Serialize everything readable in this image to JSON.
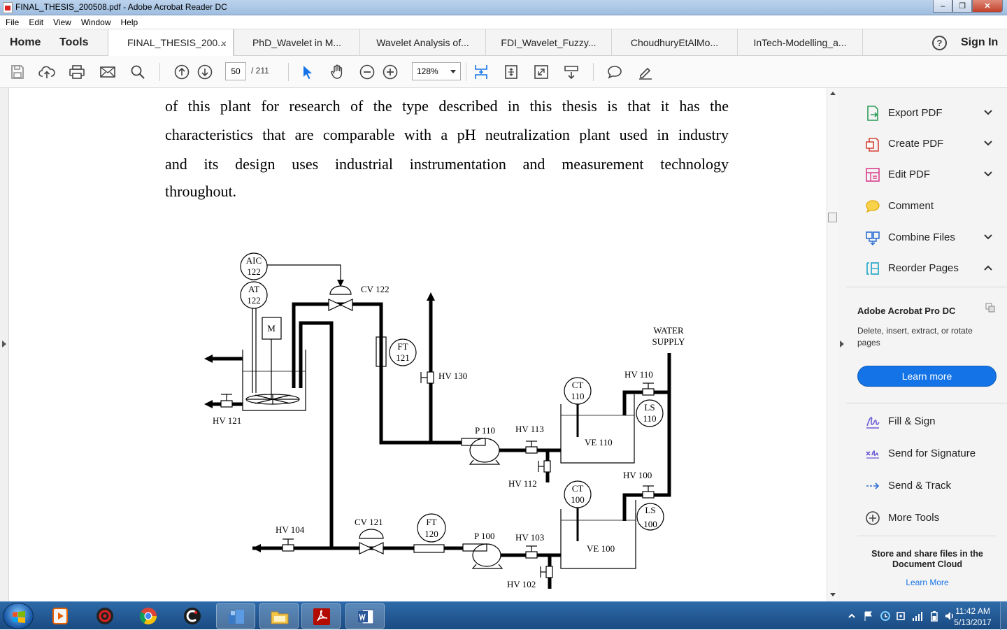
{
  "window": {
    "title": "FINAL_THESIS_200508.pdf - Adobe Acrobat Reader DC"
  },
  "menu": [
    "File",
    "Edit",
    "View",
    "Window",
    "Help"
  ],
  "nav": {
    "home": "Home",
    "tools": "Tools",
    "help": "?",
    "sign_in": "Sign In"
  },
  "tabs": [
    {
      "label": "FINAL_THESIS_200...",
      "close": "×"
    },
    {
      "label": "PhD_Wavelet in M..."
    },
    {
      "label": "Wavelet Analysis of..."
    },
    {
      "label": "FDI_Wavelet_Fuzzy..."
    },
    {
      "label": "ChoudhuryEtAlMo..."
    },
    {
      "label": "InTech-Modelling_a..."
    }
  ],
  "toolbar": {
    "page_current": "50",
    "page_total": "/  211",
    "zoom": "128%",
    "icons": [
      "save-icon",
      "upload-icon",
      "print-icon",
      "email-icon",
      "search-icon",
      "page-up-icon",
      "page-down-icon",
      "select-cursor-icon",
      "hand-icon",
      "zoom-out-icon",
      "zoom-in-icon",
      "scroll-mode-icon",
      "fit-page-icon",
      "full-screen-icon",
      "read-mode-icon",
      "comment-icon",
      "sign-pen-icon"
    ]
  },
  "document": {
    "lines": [
      "of this plant for research of the type described in this thesis is that it has the",
      "characteristics that are comparable with a pH neutralization plant used in industry",
      "and its design uses industrial instrumentation and measurement technology",
      "throughout."
    ],
    "diagram": {
      "labels": {
        "aic_a": "AIC",
        "aic_b": "122",
        "at_a": "AT",
        "at_b": "122",
        "motor": "M",
        "cv122": "CV 122",
        "ft121_a": "FT",
        "ft121_b": "121",
        "hv130": "HV 130",
        "hv121": "HV 121",
        "water_a": "WATER",
        "water_b": "SUPPLY",
        "hv110": "HV 110",
        "ct110_a": "CT",
        "ct110_b": "110",
        "ls110_a": "LS",
        "ls110_b": "110",
        "p110": "P 110",
        "hv113": "HV 113",
        "ve110": "VE 110",
        "hv112": "HV 112",
        "hv100": "HV 100",
        "ct100_a": "CT",
        "ct100_b": "100",
        "ls100_a": "LS",
        "ls100_b": "100",
        "hv104": "HV 104",
        "cv121": "CV 121",
        "ft120_a": "FT",
        "ft120_b": "120",
        "p100": "P 100",
        "hv103": "HV 103",
        "ve100": "VE 100",
        "hv102": "HV 102"
      }
    }
  },
  "right_panel": {
    "tools": [
      {
        "label": "Export PDF",
        "icon": "export-pdf-icon",
        "chevron": "down"
      },
      {
        "label": "Create PDF",
        "icon": "create-pdf-icon",
        "chevron": "down"
      },
      {
        "label": "Edit PDF",
        "icon": "edit-pdf-icon",
        "chevron": "down"
      },
      {
        "label": "Comment",
        "icon": "comment-icon",
        "chevron": ""
      },
      {
        "label": "Combine Files",
        "icon": "combine-files-icon",
        "chevron": "down"
      },
      {
        "label": "Reorder Pages",
        "icon": "reorder-pages-icon",
        "chevron": "up"
      }
    ],
    "promo": {
      "title": "Adobe Acrobat Pro DC",
      "description": "Delete, insert, extract, or rotate pages",
      "button": "Learn more"
    },
    "more_tools": [
      {
        "label": "Fill & Sign",
        "icon": "fill-sign-icon"
      },
      {
        "label": "Send for Signature",
        "icon": "send-signature-icon"
      },
      {
        "label": "Send & Track",
        "icon": "send-track-icon"
      },
      {
        "label": "More Tools",
        "icon": "more-tools-icon"
      }
    ],
    "store": {
      "title": "Store and share files in the Document Cloud",
      "link": "Learn More"
    }
  },
  "taskbar": {
    "apps": [
      "media-player-icon",
      "antivirus-icon",
      "chrome-icon",
      "ccleaner-icon",
      "network-app-icon",
      "file-explorer-icon",
      "acrobat-icon",
      "word-icon"
    ],
    "time": "11:42 AM",
    "date": "5/13/2017"
  },
  "colors": {
    "accent": "#1473e6",
    "taskbar": "#1f5290",
    "panel": "#f4f4f4"
  }
}
